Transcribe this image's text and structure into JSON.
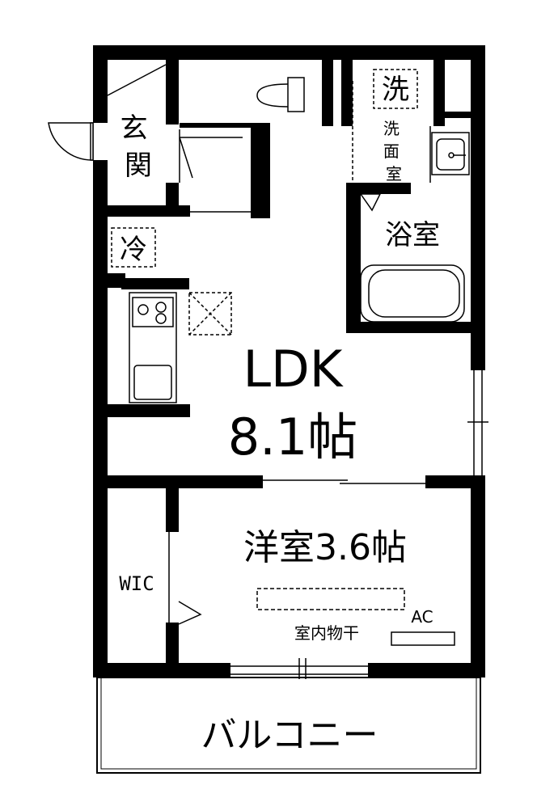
{
  "rooms": {
    "entrance": "玄関",
    "fridge": "冷",
    "washer": "洗",
    "washroom": [
      "洗",
      "面",
      "室"
    ],
    "bath": "浴室",
    "ldk_name": "LDK",
    "ldk_size": "8.1帖",
    "western": "洋室3.6帖",
    "wic": "WIC",
    "ac": "AC",
    "indoor_drying": "室内物干",
    "balcony": "バルコニー"
  }
}
